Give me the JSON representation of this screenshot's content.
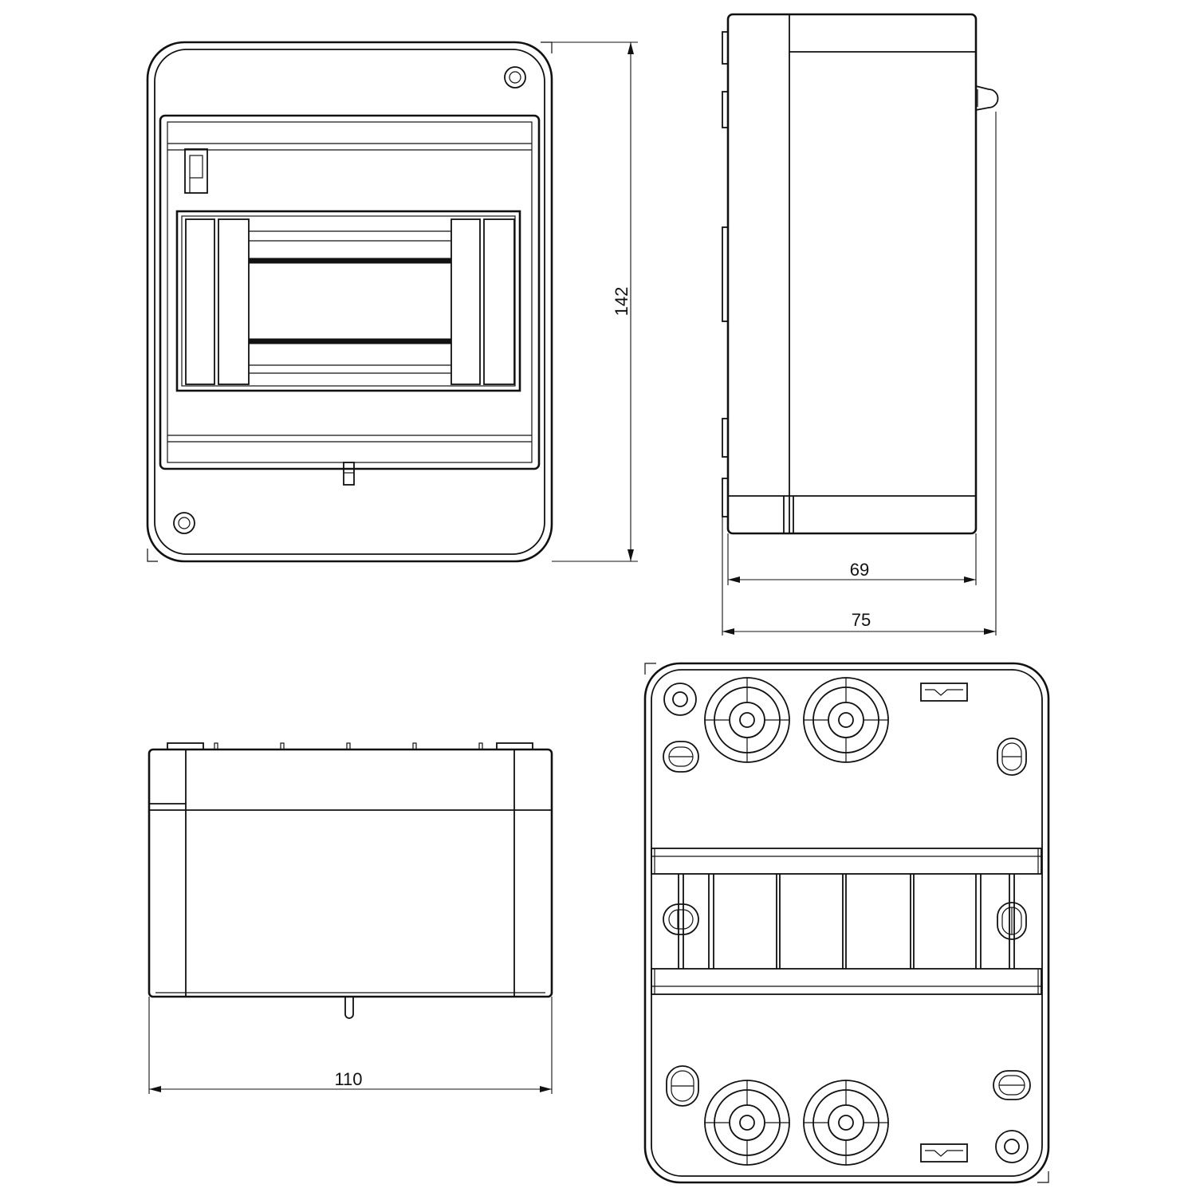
{
  "dimensions": {
    "height_label": "142",
    "depth_inner_label": "69",
    "depth_outer_label": "75",
    "width_label": "110"
  }
}
